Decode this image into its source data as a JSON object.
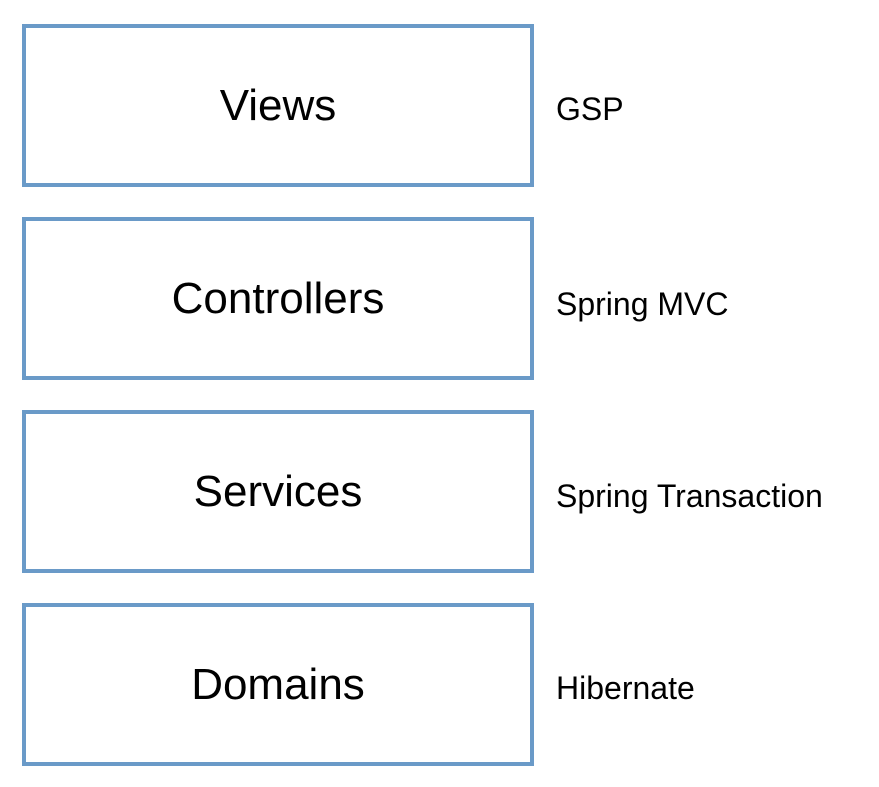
{
  "diagram": {
    "layers": [
      {
        "name": "Views",
        "technology": "GSP"
      },
      {
        "name": "Controllers",
        "technology": "Spring MVC"
      },
      {
        "name": "Services",
        "technology": "Spring Transaction"
      },
      {
        "name": "Domains",
        "technology": "Hibernate"
      }
    ],
    "colors": {
      "box_border": "#6a9ac8",
      "background": "#ffffff",
      "text": "#000000"
    }
  }
}
